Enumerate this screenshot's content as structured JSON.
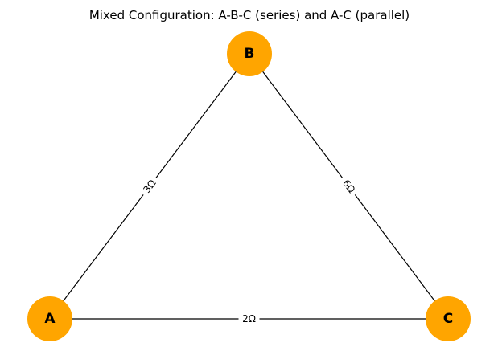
{
  "title": "Mixed Configuration: A-B-C (series) and A-C (parallel)",
  "colors": {
    "node_fill": "#FFA500",
    "edge": "#000000",
    "text": "#000000",
    "background": "#ffffff"
  },
  "nodes": [
    {
      "id": "A",
      "label": "A"
    },
    {
      "id": "B",
      "label": "B"
    },
    {
      "id": "C",
      "label": "C"
    }
  ],
  "edges": [
    {
      "from": "A",
      "to": "B",
      "label": "3Ω"
    },
    {
      "from": "B",
      "to": "C",
      "label": "6Ω"
    },
    {
      "from": "A",
      "to": "C",
      "label": "2Ω"
    }
  ]
}
